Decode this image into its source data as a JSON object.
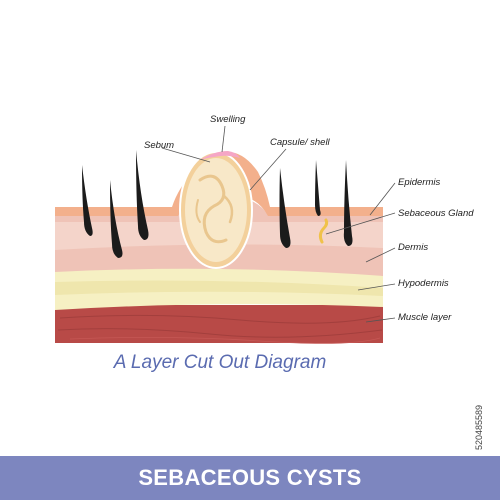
{
  "labels": {
    "swelling": "Swelling",
    "sebum": "Sebum",
    "capsule": "Capsule/ shell",
    "epidermis": "Epidermis",
    "sebaceous_gland": "Sebaceous Gland",
    "dermis": "Dermis",
    "hypodermis": "Hypodermis",
    "muscle_layer": "Muscle layer"
  },
  "subtitle": "A Layer Cut Out Diagram",
  "banner": "SEBACEOUS CYSTS",
  "stock_id": "520485589",
  "colors": {
    "epidermis": "#f3b08c",
    "dermis": "#efc3b7",
    "dermis_light": "#f7dcd1",
    "hypodermis": "#f6f0c3",
    "muscle": "#b84a47",
    "hair": "#1b1b1b",
    "cyst_shell": "#f3d09b",
    "cyst_fill": "#f8e8c8",
    "swelling": "#f5a6c6",
    "banner": "#7d86bf",
    "subtitle": "#5a6bb0"
  }
}
